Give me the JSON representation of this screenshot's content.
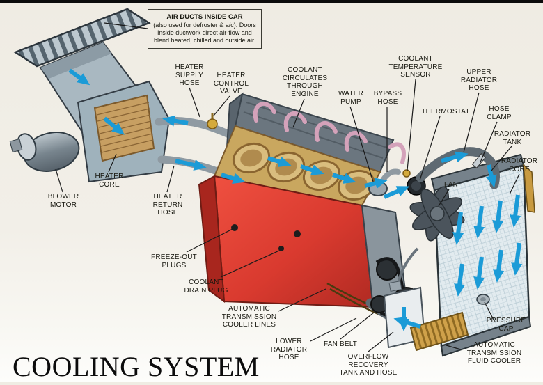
{
  "title": "COOLING SYSTEM",
  "note": {
    "title": "AIR DUCTS INSIDE CAR",
    "body": "(also used for defroster & a/c). Doors inside ductwork direct air-flow and blend heated, chilled and outside air."
  },
  "labels": {
    "heater_supply_hose": "HEATER SUPPLY HOSE",
    "heater_control_valve": "HEATER CONTROL VALVE",
    "coolant_circulates_through_engine": "COOLANT CIRCULATES THROUGH ENGINE",
    "water_pump": "WATER PUMP",
    "bypass_hose": "BYPASS HOSE",
    "coolant_temperature_sensor": "COOLANT TEMPERATURE SENSOR",
    "thermostat": "THERMOSTAT",
    "upper_radiator_hose": "UPPER RADIATOR HOSE",
    "hose_clamp": "HOSE CLAMP",
    "radiator_tank": "RADIATOR TANK",
    "radiator_core": "RADIATOR CORE",
    "fan": "FAN",
    "blower_motor": "BLOWER MOTOR",
    "heater_core": "HEATER CORE",
    "heater_return_hose": "HEATER RETURN HOSE",
    "freeze_out_plugs": "FREEZE-OUT PLUGS",
    "coolant_drain_plug": "COOLANT DRAIN PLUG",
    "automatic_transmission_cooler_lines": "AUTOMATIC TRANSMISSION COOLER LINES",
    "lower_radiator_hose": "LOWER RADIATOR HOSE",
    "fan_belt": "FAN BELT",
    "overflow_recovery_tank_and_hose": "OVERFLOW RECOVERY TANK AND HOSE",
    "pressure_cap": "PRESSURE CAP",
    "automatic_transmission_fluid_cooler": "AUTOMATIC TRANSMISSION FLUID COOLER"
  },
  "colors": {
    "coolant_flow_arrow": "#1b9bd7",
    "engine_block_red": "#d93a2f",
    "heater_core_brass": "#c79f62",
    "radiator_core": "#e2ebef",
    "transmission_cooler_gold": "#c89a40",
    "background": "#f2efe8"
  }
}
